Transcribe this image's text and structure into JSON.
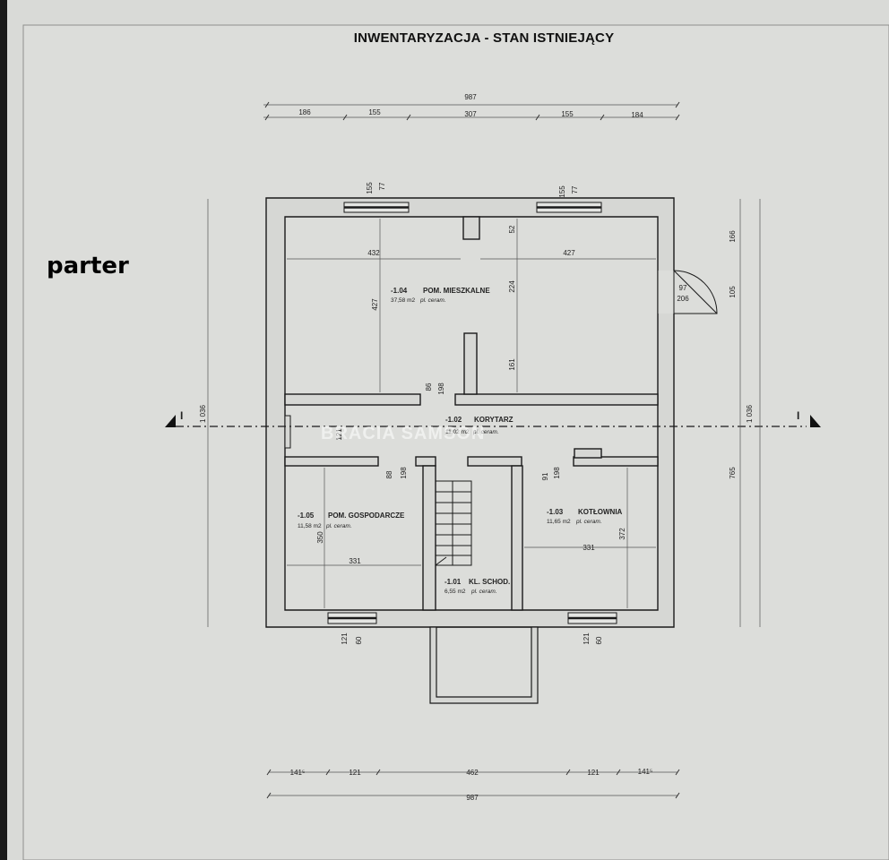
{
  "title": "INWENTARYZACJA - STAN ISTNIEJĄCY",
  "floor_label": "parter",
  "watermark": "BRACIA SAMSON",
  "section_marker": "I",
  "colors": {
    "paper": "#dcddda",
    "wall_line": "#1a1a1a",
    "wall_fill": "#d6d7d4",
    "background": "#cfd0cd"
  },
  "dimensions": {
    "top_total": "987",
    "top_parts": [
      "186",
      "155",
      "307",
      "155",
      "184"
    ],
    "bottom_total": "987",
    "bottom_parts": [
      "141⁵",
      "121",
      "462",
      "121",
      "141⁵"
    ],
    "left_total": "1 036",
    "right_total": "1 036",
    "right_parts": [
      "166",
      "105",
      "765"
    ],
    "top_window_left": [
      "155",
      "77"
    ],
    "top_window_right": [
      "155",
      "77"
    ],
    "bottom_window_left": [
      "121",
      "60"
    ],
    "bottom_window_right": [
      "121",
      "60"
    ],
    "door_right": [
      "97",
      "206"
    ],
    "main_width_left": "432",
    "main_width_right": "427",
    "main_height": "427",
    "main_inner": [
      "52",
      "224",
      "161"
    ],
    "corridor_door": [
      "86",
      "198"
    ],
    "storage_door": [
      "88",
      "198"
    ],
    "boiler_door": [
      "91",
      "198"
    ],
    "corridor_small": "121",
    "storage_width": "331",
    "storage_height": "350",
    "boiler_width": "331",
    "boiler_height": "372"
  },
  "rooms": [
    {
      "number": "-1.04",
      "name": "POM. MIESZKALNE",
      "area": "37,58 m2",
      "floor": "pl. ceram."
    },
    {
      "number": "-1.02",
      "name": "KORYTARZ",
      "area": "11,02 m2",
      "floor": "pl. ceram."
    },
    {
      "number": "-1.05",
      "name": "POM. GOSPODARCZE",
      "area": "11,58 m2",
      "floor": "pl. ceram."
    },
    {
      "number": "-1.03",
      "name": "KOTŁOWNIA",
      "area": "11,65 m2",
      "floor": "pl. ceram."
    },
    {
      "number": "-1.01",
      "name": "KL. SCHOD.",
      "area": "6,55 m2",
      "floor": "pl. ceram."
    }
  ]
}
